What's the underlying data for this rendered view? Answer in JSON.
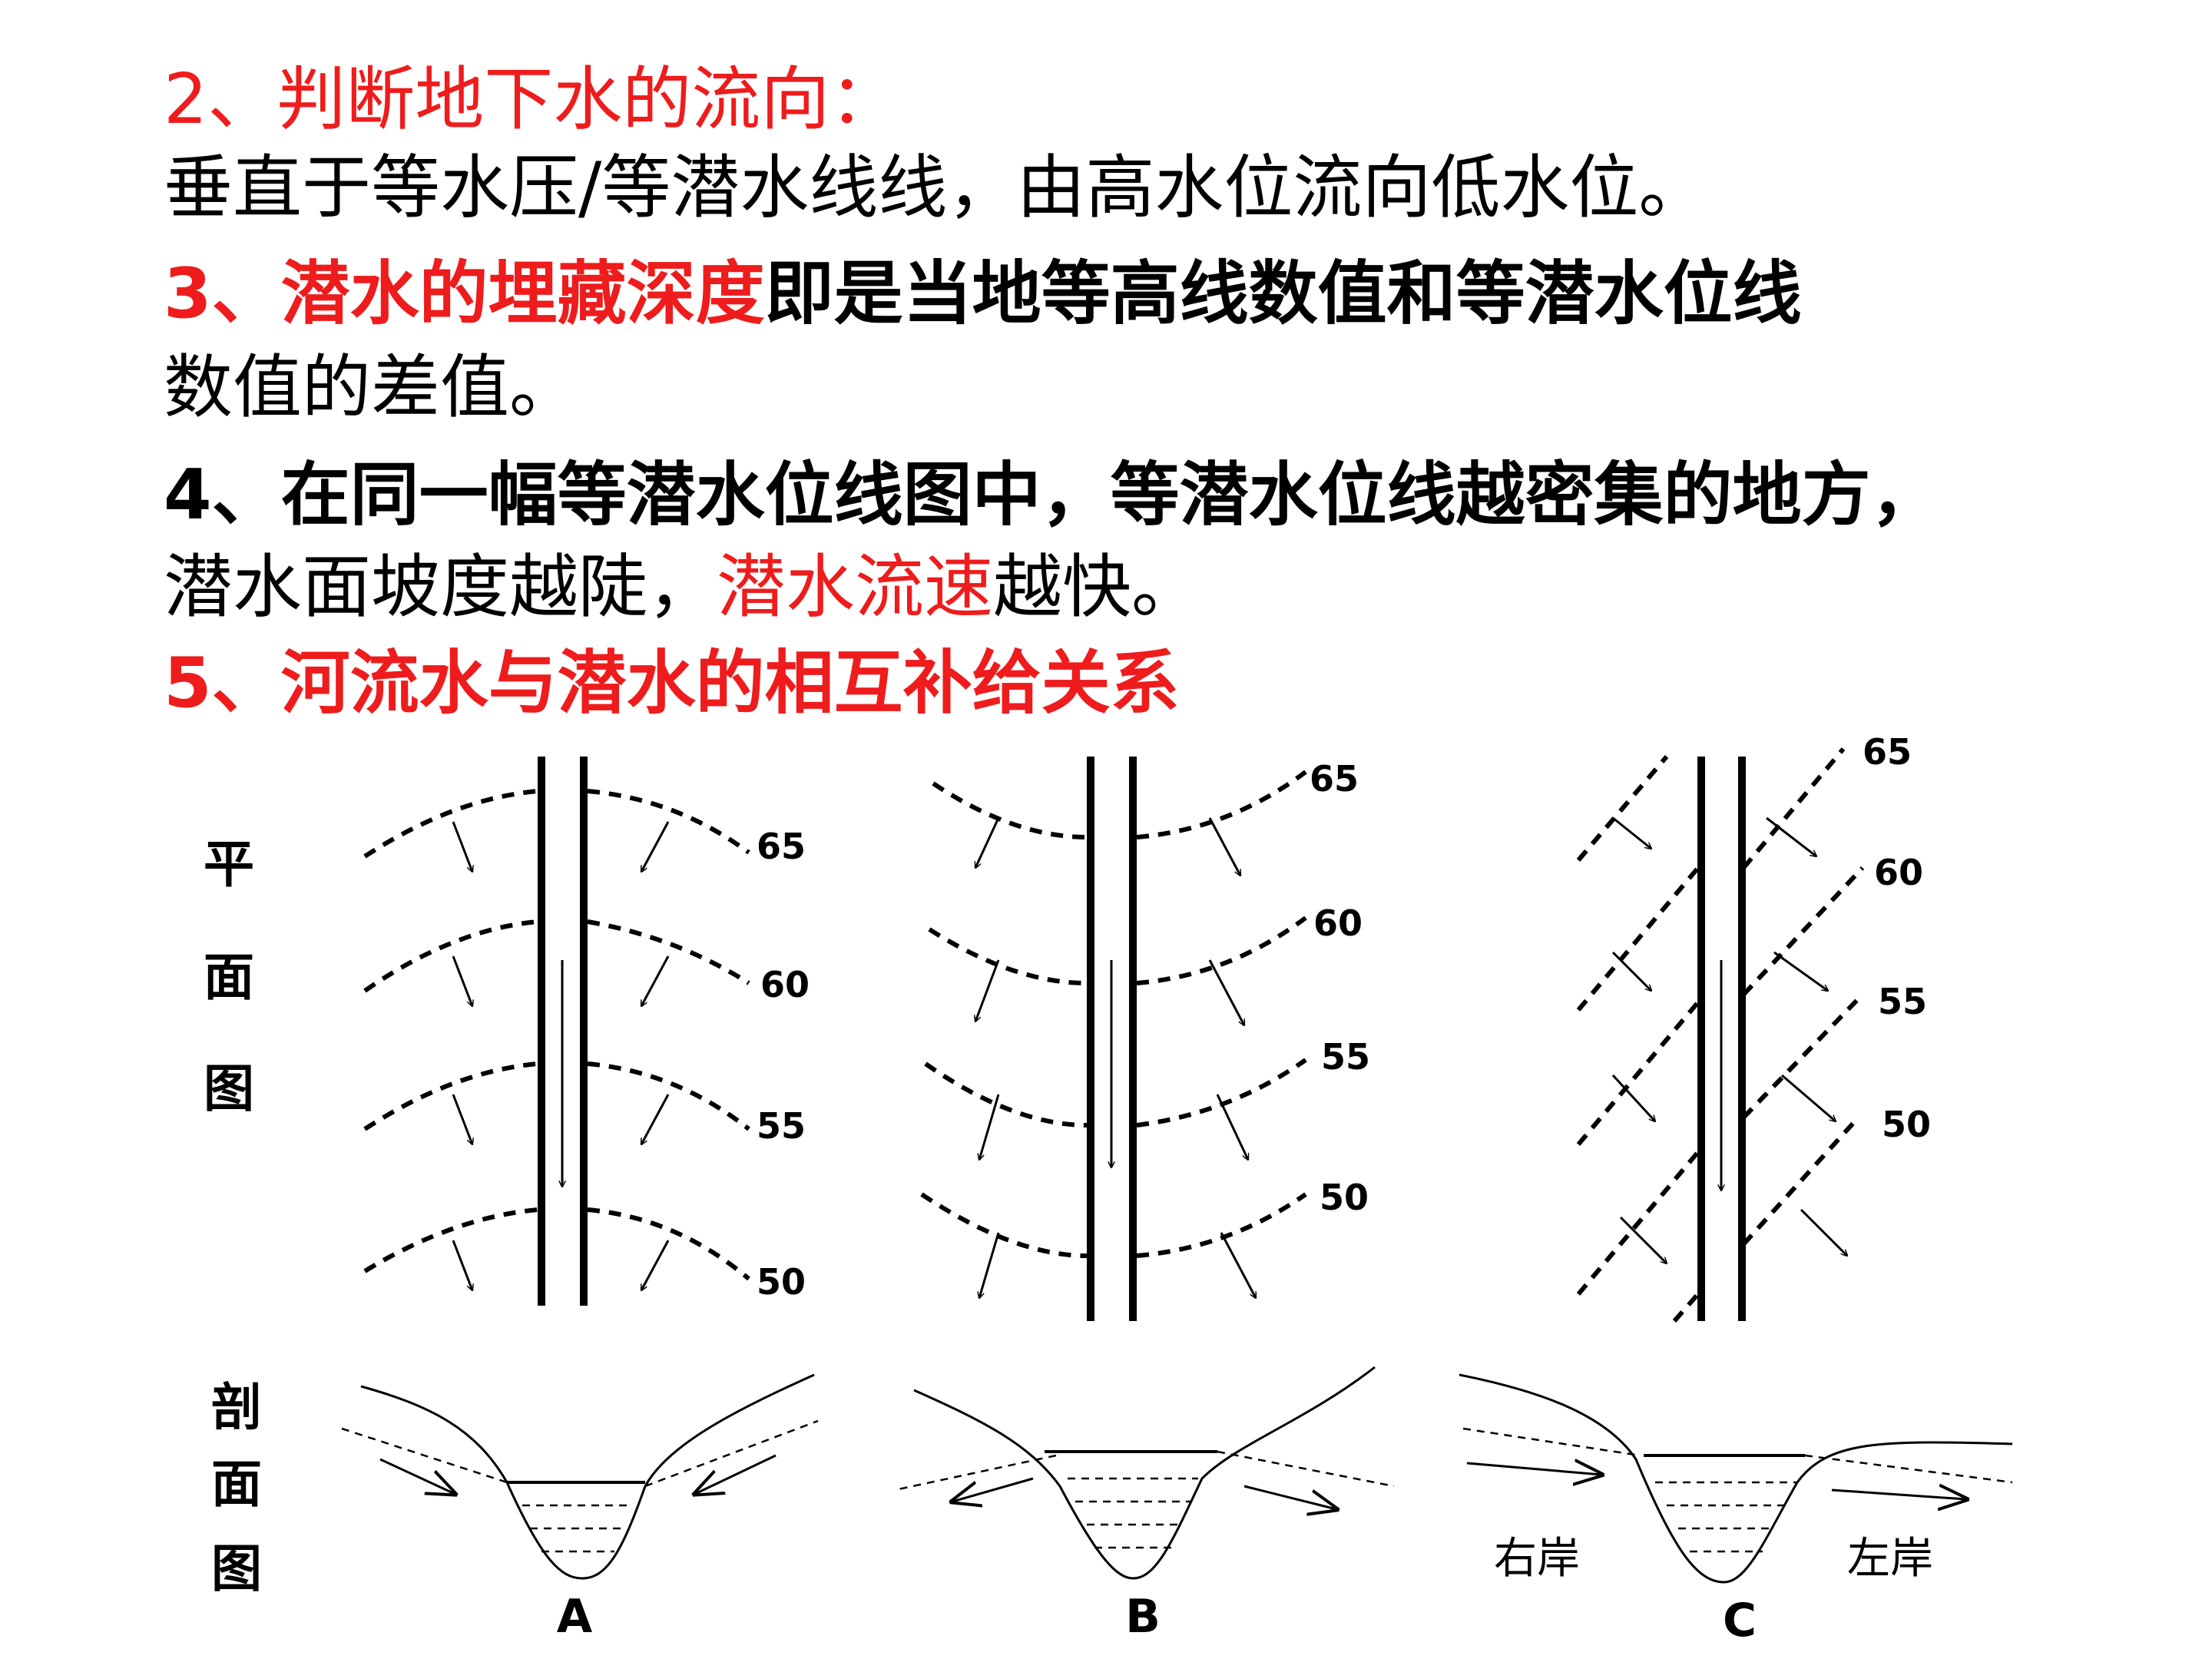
{
  "colors": {
    "red": "#ee1c1c",
    "black": "#000000"
  },
  "text": {
    "l1": "2、判断地下水的流向：",
    "l2": "垂直于等水压/等潜水线线，由高水位流向低水位。",
    "l3a": "3、潜水的埋藏深度",
    "l3b": "即是当地等高线数值和等潜水位线",
    "l4": "数值的差值。",
    "l5": "4、在同一幅等潜水位线图中，等潜水位线越密集的地方，",
    "l6a": "潜水面坡度越陡，",
    "l6b": "潜水流速",
    "l6c": "越快。",
    "l7": "5、河流水与潜水的相互补给关系"
  },
  "diagram": {
    "plan_label": [
      "平",
      "面",
      "图"
    ],
    "section_label": [
      "剖",
      "面",
      "图"
    ],
    "contours": [
      "65",
      "60",
      "55",
      "50"
    ],
    "panel_labels": [
      "A",
      "B",
      "C"
    ],
    "bank_right": "右岸",
    "bank_left": "左岸"
  }
}
